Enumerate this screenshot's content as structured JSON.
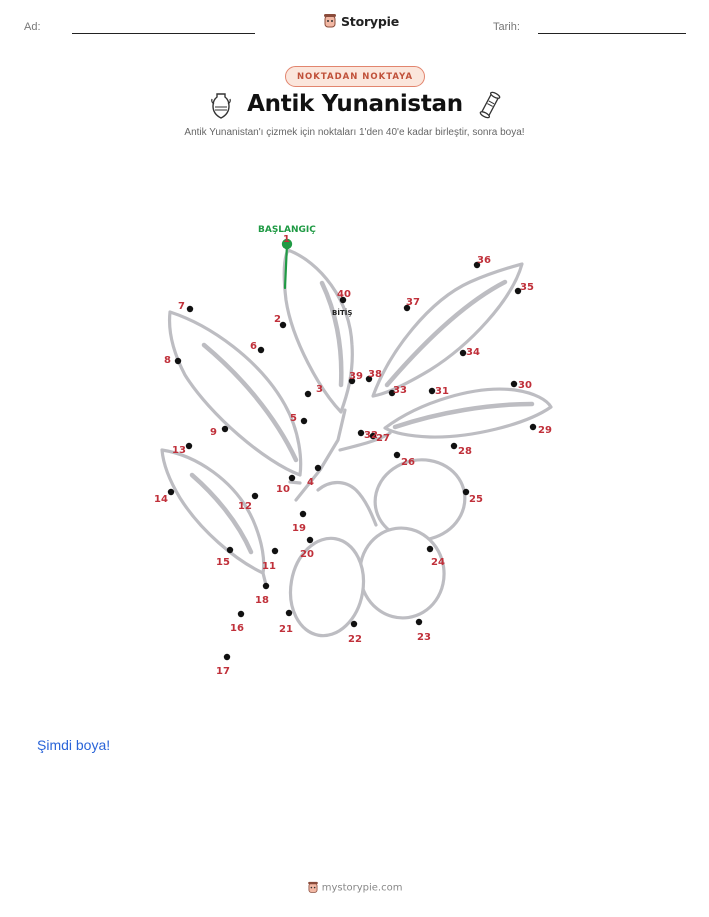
{
  "header": {
    "name_label": "Ad:",
    "date_label": "Tarih:",
    "brand_name": "Storypie"
  },
  "worksheet": {
    "badge": "NOKTADAN NOKTAYA",
    "title": "Antik Yunanistan",
    "subtitle": "Antik Yunanistan'ı çizmek için noktaları 1'den 40'e kadar birleştir, sonra boya!",
    "start_label": "BAŞLANGIÇ",
    "end_label": "BİTİŞ",
    "color_prompt": "Şimdi boya!"
  },
  "dots": [
    {
      "n": "1"
    },
    {
      "n": "2"
    },
    {
      "n": "3"
    },
    {
      "n": "4"
    },
    {
      "n": "5"
    },
    {
      "n": "6"
    },
    {
      "n": "7"
    },
    {
      "n": "8"
    },
    {
      "n": "9"
    },
    {
      "n": "10"
    },
    {
      "n": "11"
    },
    {
      "n": "12"
    },
    {
      "n": "13"
    },
    {
      "n": "14"
    },
    {
      "n": "15"
    },
    {
      "n": "16"
    },
    {
      "n": "17"
    },
    {
      "n": "18"
    },
    {
      "n": "19"
    },
    {
      "n": "20"
    },
    {
      "n": "21"
    },
    {
      "n": "22"
    },
    {
      "n": "23"
    },
    {
      "n": "24"
    },
    {
      "n": "25"
    },
    {
      "n": "26"
    },
    {
      "n": "27"
    },
    {
      "n": "28"
    },
    {
      "n": "29"
    },
    {
      "n": "30"
    },
    {
      "n": "31"
    },
    {
      "n": "32"
    },
    {
      "n": "33"
    },
    {
      "n": "34"
    },
    {
      "n": "35"
    },
    {
      "n": "36"
    },
    {
      "n": "37"
    },
    {
      "n": "38"
    },
    {
      "n": "39"
    },
    {
      "n": "40"
    }
  ],
  "colors": {
    "dot_number": "#c0303a",
    "start": "#1f9a44",
    "outline": "#bdbdc2",
    "link": "#2a64d8"
  },
  "footer": {
    "site": "mystorypie.com"
  }
}
